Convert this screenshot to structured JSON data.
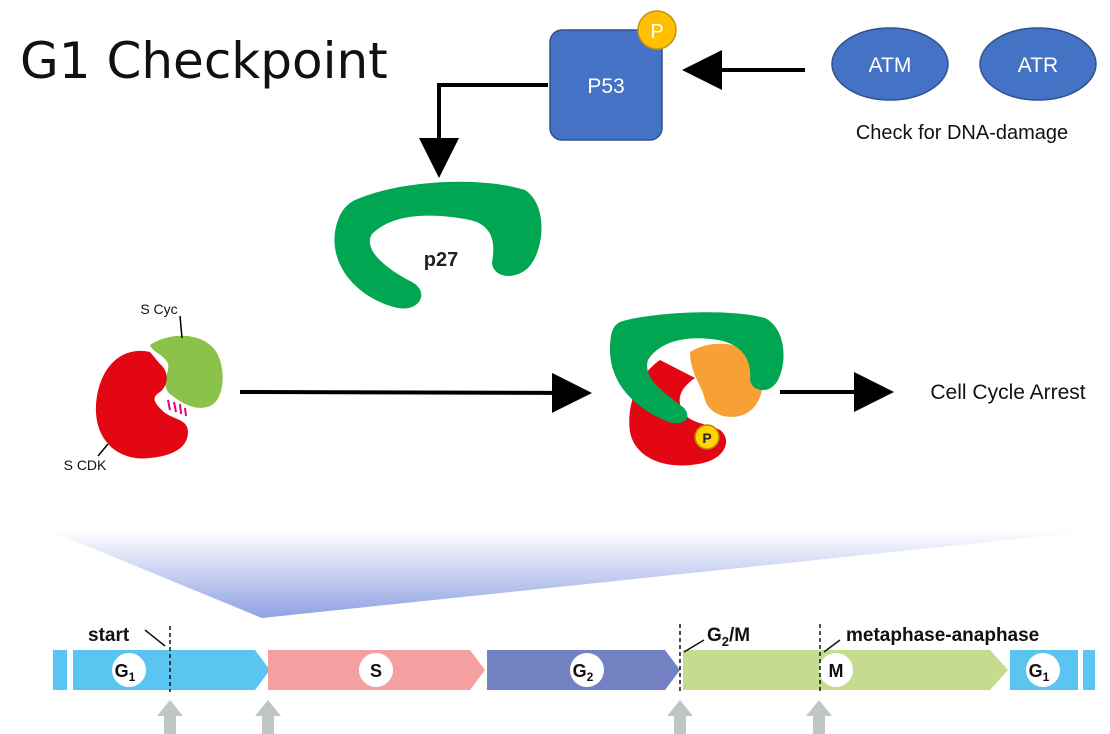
{
  "title": "G1 Checkpoint",
  "pathway": {
    "p53_label": "P53",
    "phospho_label": "P",
    "atm_label": "ATM",
    "atr_label": "ATR",
    "dna_damage_caption": "Check for DNA-damage",
    "p27_label": "p27",
    "s_cyc_label": "S Cyc",
    "s_cdk_label": "S CDK",
    "outcome_label": "Cell Cycle Arrest"
  },
  "cell_cycle": {
    "phases": [
      "G",
      "S",
      "G",
      "M",
      "G"
    ],
    "phase_subscripts": [
      "1",
      "",
      "2",
      "",
      "1"
    ],
    "checkpoint_labels": {
      "start": "start",
      "g2m_main": "G",
      "g2m_sub": "2",
      "g2m_tail": "/M",
      "meta_anaphase": "metaphase-anaphase"
    }
  },
  "colors": {
    "p53_box": "#4472C4",
    "ellipse": "#4472C4",
    "phospho": "#FFC000",
    "p27_green": "#00A651",
    "cyc_green": "#8BC34A",
    "cdk_red": "#E30613",
    "cyc_orange": "#F7A035",
    "g1_blue": "#5BC5F2",
    "s_pink": "#F4A0A0",
    "g2_purple": "#7482C4",
    "m_lightgreen": "#C5DC8E",
    "checkpoint_arrow": "#BFC7C4"
  }
}
